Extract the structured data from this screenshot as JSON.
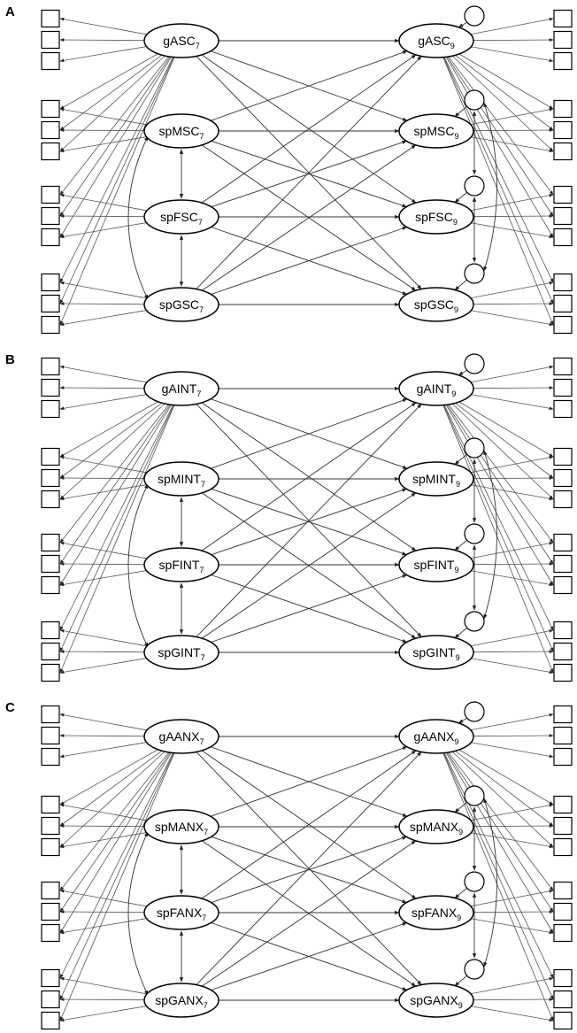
{
  "panels": [
    {
      "letter": "A",
      "left": [
        {
          "base": "gASC",
          "sub": "7"
        },
        {
          "base": "spMSC",
          "sub": "7"
        },
        {
          "base": "spFSC",
          "sub": "7"
        },
        {
          "base": "spGSC",
          "sub": "7"
        }
      ],
      "right": [
        {
          "base": "gASC",
          "sub": "9"
        },
        {
          "base": "spMSC",
          "sub": "9"
        },
        {
          "base": "spFSC",
          "sub": "9"
        },
        {
          "base": "spGSC",
          "sub": "9"
        }
      ]
    },
    {
      "letter": "B",
      "left": [
        {
          "base": "gAINT",
          "sub": "7"
        },
        {
          "base": "spMINT",
          "sub": "7"
        },
        {
          "base": "spFINT",
          "sub": "7"
        },
        {
          "base": "spGINT",
          "sub": "7"
        }
      ],
      "right": [
        {
          "base": "gAINT",
          "sub": "9"
        },
        {
          "base": "spMINT",
          "sub": "9"
        },
        {
          "base": "spFINT",
          "sub": "9"
        },
        {
          "base": "spGINT",
          "sub": "9"
        }
      ]
    },
    {
      "letter": "C",
      "left": [
        {
          "base": "gAANX",
          "sub": "7"
        },
        {
          "base": "spMANX",
          "sub": "7"
        },
        {
          "base": "spFANX",
          "sub": "7"
        },
        {
          "base": "spGANX",
          "sub": "7"
        }
      ],
      "right": [
        {
          "base": "gAANX",
          "sub": "9"
        },
        {
          "base": "spMANX",
          "sub": "9"
        },
        {
          "base": "spFANX",
          "sub": "9"
        },
        {
          "base": "spGANX",
          "sub": "9"
        }
      ]
    }
  ]
}
